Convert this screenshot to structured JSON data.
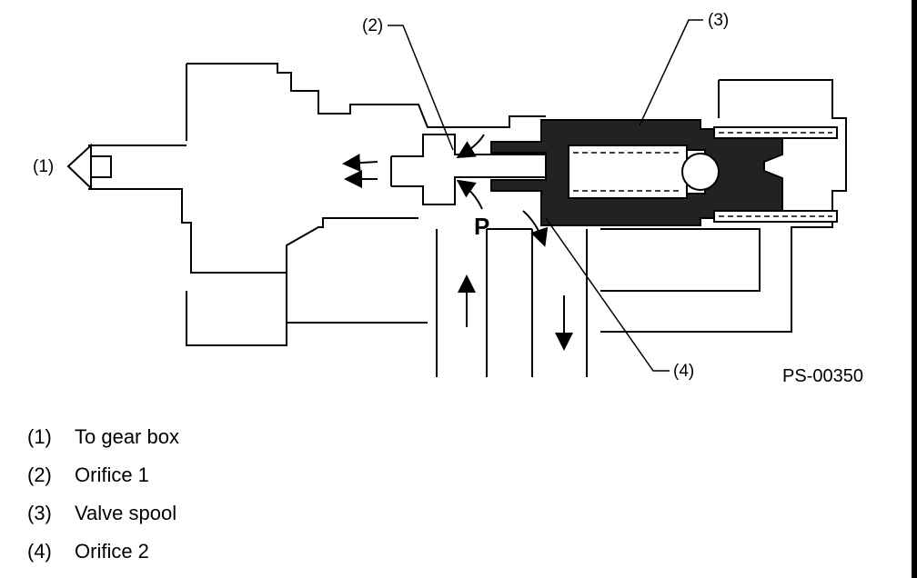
{
  "diagram": {
    "figure_id": "PS-00350",
    "pressure_label": "P",
    "callouts": [
      {
        "id": "1",
        "text": "(1)"
      },
      {
        "id": "2",
        "text": "(2)"
      },
      {
        "id": "3",
        "text": "(3)"
      },
      {
        "id": "4",
        "text": "(4)"
      }
    ]
  },
  "legend": {
    "items": [
      {
        "num": "(1)",
        "label": "To gear box"
      },
      {
        "num": "(2)",
        "label": "Orifice 1"
      },
      {
        "num": "(3)",
        "label": "Valve spool"
      },
      {
        "num": "(4)",
        "label": "Orifice 2"
      }
    ]
  },
  "colors": {
    "ink": "#000000",
    "background": "#ffffff"
  }
}
